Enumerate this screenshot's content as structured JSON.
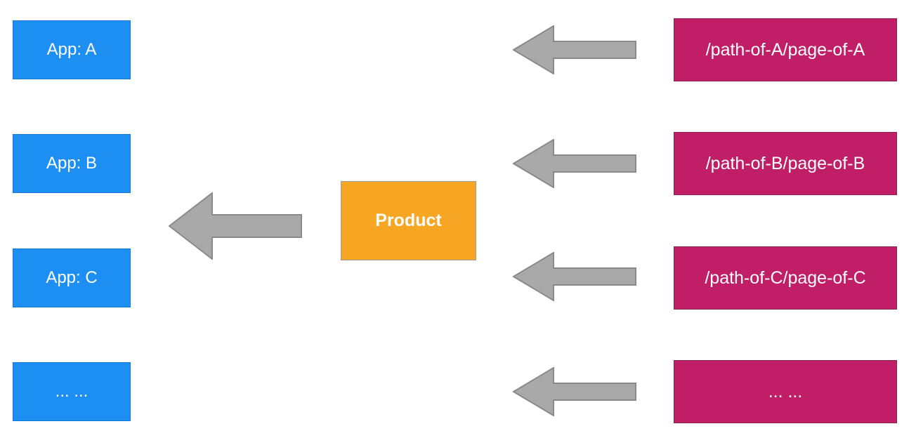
{
  "diagram": {
    "title": "apps-product-paths-mapping",
    "apps": [
      {
        "label": "App: A"
      },
      {
        "label": "App: B"
      },
      {
        "label": "App: C"
      },
      {
        "label": "... ..."
      }
    ],
    "product": {
      "label": "Product"
    },
    "paths": [
      {
        "label": "/path-of-A/page-of-A"
      },
      {
        "label": "/path-of-B/page-of-B"
      },
      {
        "label": "/path-of-C/page-of-C"
      },
      {
        "label": "... ..."
      }
    ],
    "colors": {
      "app_blue": "#1e8ff2",
      "path_magenta": "#c11e68",
      "product_orange": "#f6a623",
      "arrow_fill": "#a9a9a9",
      "arrow_border": "#8a8a8a",
      "text": "#ffffff"
    }
  }
}
